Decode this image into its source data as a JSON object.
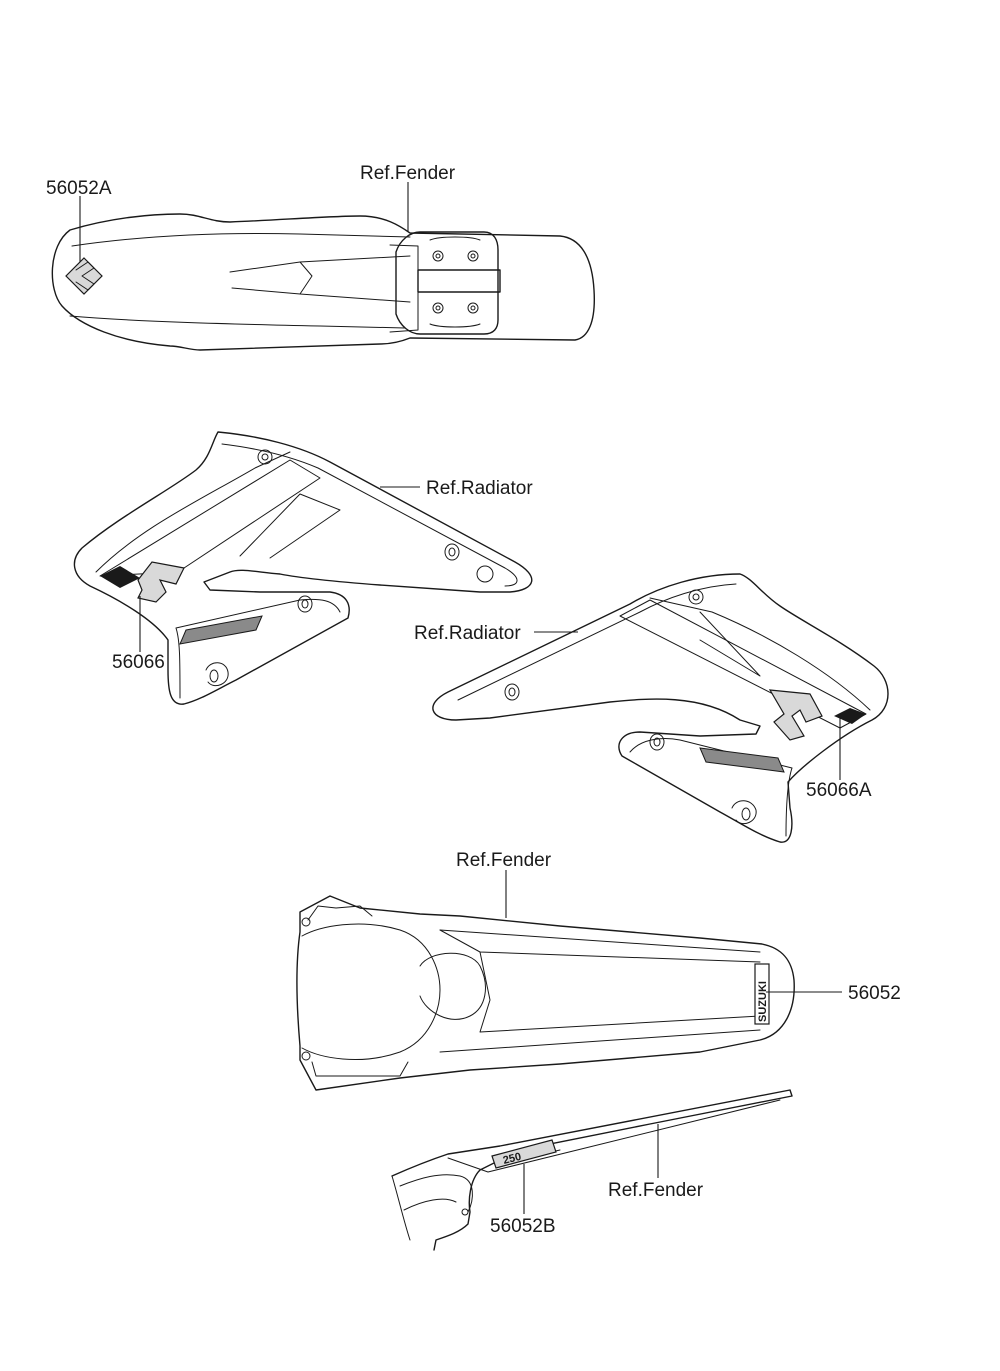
{
  "labels": {
    "part_56052A": "56052A",
    "ref_fender_front": "Ref.Fender",
    "ref_radiator_left": "Ref.Radiator",
    "part_56066": "56066",
    "ref_radiator_right": "Ref.Radiator",
    "part_56066A": "56066A",
    "ref_fender_rear": "Ref.Fender",
    "part_56052": "56052",
    "part_56052B": "56052B",
    "ref_fender_side": "Ref.Fender"
  },
  "decal_text": {
    "suzuki_logo_text": "SUZUKI",
    "side_number": "250"
  }
}
